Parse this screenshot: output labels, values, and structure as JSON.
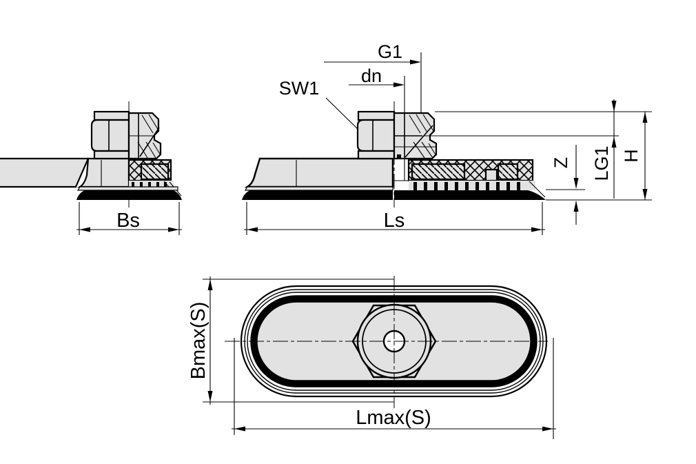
{
  "drawing": {
    "colors": {
      "background": "#ffffff",
      "line": "#000000",
      "body_fill": "#e2e2e2"
    },
    "labels": {
      "g1": "G1",
      "dn": "dn",
      "sw1": "SW1",
      "z": "Z",
      "lg1": "LG1",
      "h": "H",
      "ls": "Ls",
      "bs": "Bs",
      "bmax": "Bmax(S)",
      "lmax": "Lmax(S)"
    }
  }
}
